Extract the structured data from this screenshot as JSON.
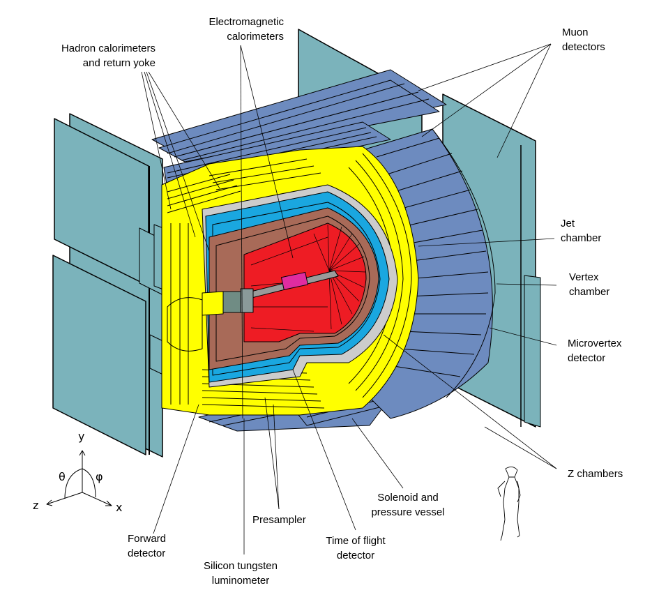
{
  "title": "Detector cutaway diagram",
  "colors": {
    "muon_panel": "#7bb3bb",
    "muon_barrel": "#6d8bbf",
    "hadron_yoke": "#ffff00",
    "em_calorimeter_blue": "#1aa7e0",
    "presampler_gray": "#cccccc",
    "solenoid_brown": "#a86a58",
    "jet_chamber_red": "#ee1c24",
    "vertex_magenta": "#e02ca0",
    "luminometer_gray": "#708c84",
    "outline": "#000000"
  },
  "labels": {
    "em_calorimeters": [
      "Electromagnetic",
      "calorimeters"
    ],
    "hadron_calorimeters": [
      "Hadron calorimeters",
      "and return yoke"
    ],
    "muon_detectors": [
      "Muon",
      "detectors"
    ],
    "jet_chamber": [
      "Jet",
      "chamber"
    ],
    "vertex_chamber": [
      "Vertex",
      "chamber"
    ],
    "microvertex_detector": [
      "Microvertex",
      "detector"
    ],
    "z_chambers": [
      "Z chambers"
    ],
    "solenoid": [
      "Solenoid and",
      "pressure vessel"
    ],
    "time_of_flight": [
      "Time of flight",
      "detector"
    ],
    "presampler": [
      "Presampler"
    ],
    "forward_detector": [
      "Forward",
      "detector"
    ],
    "silicon_tungsten": [
      "Silicon tungsten",
      "luminometer"
    ]
  },
  "axes": {
    "y": "y",
    "z": "z",
    "x": "x",
    "theta": "θ",
    "phi": "φ"
  },
  "scale_figure": "human-figure"
}
